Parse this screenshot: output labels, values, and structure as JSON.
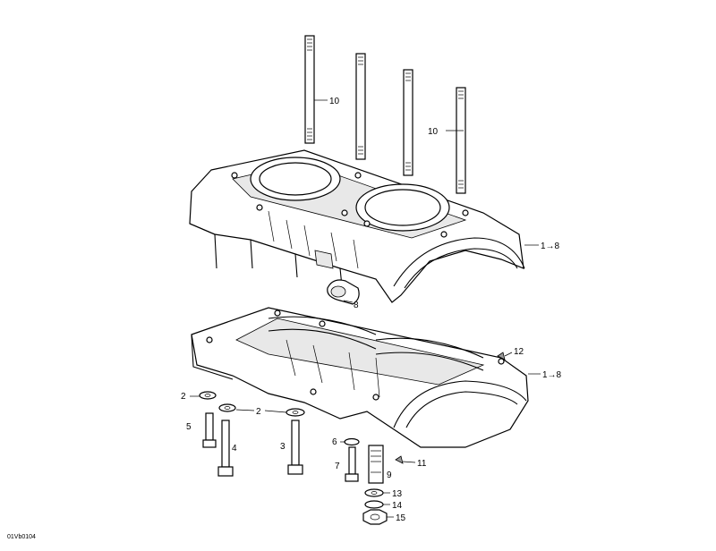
{
  "diagram": {
    "drawing_code": "01Vb0104",
    "callouts": [
      {
        "id": "c10a",
        "label": "10"
      },
      {
        "id": "c10b",
        "label": "10"
      },
      {
        "id": "c1to8a",
        "label": "1→8"
      },
      {
        "id": "c8",
        "label": "8"
      },
      {
        "id": "c12",
        "label": "12"
      },
      {
        "id": "c1to8b",
        "label": "1→8"
      },
      {
        "id": "c2a",
        "label": "2"
      },
      {
        "id": "c2b",
        "label": "2"
      },
      {
        "id": "c5",
        "label": "5"
      },
      {
        "id": "c4",
        "label": "4"
      },
      {
        "id": "c3",
        "label": "3"
      },
      {
        "id": "c6",
        "label": "6"
      },
      {
        "id": "c7",
        "label": "7"
      },
      {
        "id": "c11",
        "label": "11"
      },
      {
        "id": "c9",
        "label": "9"
      },
      {
        "id": "c13",
        "label": "13"
      },
      {
        "id": "c14",
        "label": "14"
      },
      {
        "id": "c15",
        "label": "15"
      }
    ]
  }
}
